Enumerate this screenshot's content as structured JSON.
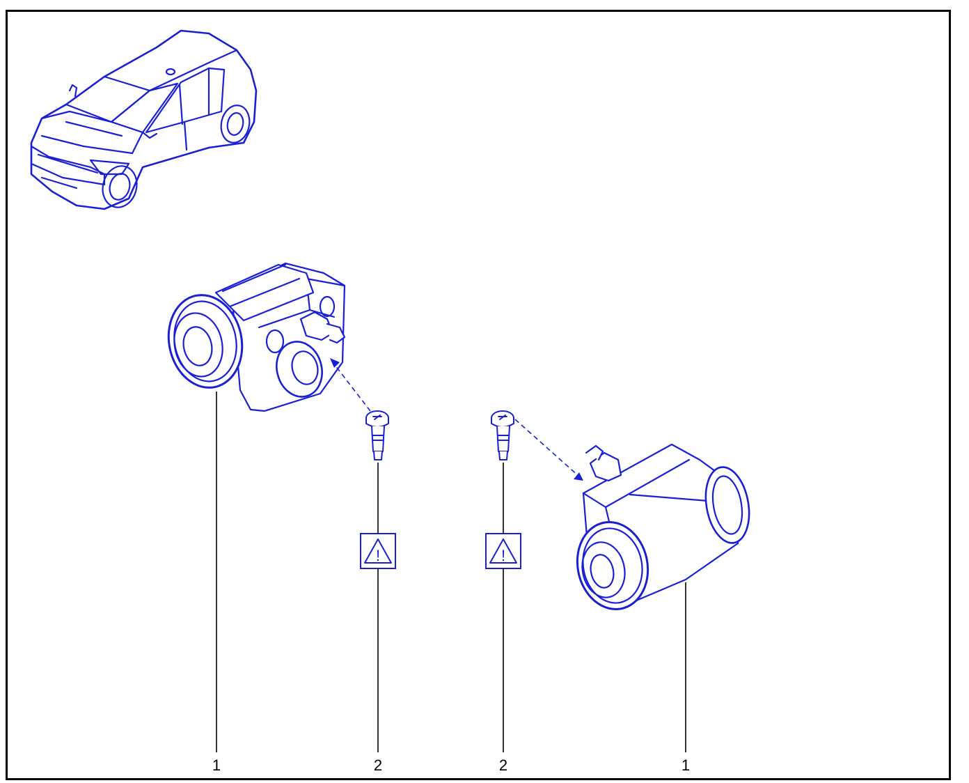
{
  "diagram": {
    "callouts": [
      {
        "id": "1",
        "part": "wheel-cylinder-left"
      },
      {
        "id": "2",
        "part": "bolt-left"
      },
      {
        "id": "2",
        "part": "bolt-right"
      },
      {
        "id": "1",
        "part": "wheel-cylinder-right"
      }
    ],
    "warning_symbol": "!",
    "colors": {
      "ink": "#1a1fd6",
      "frame": "#000000",
      "leader": "#000000"
    },
    "icons": [
      "car-illustration",
      "warning-triangle-icon"
    ]
  }
}
